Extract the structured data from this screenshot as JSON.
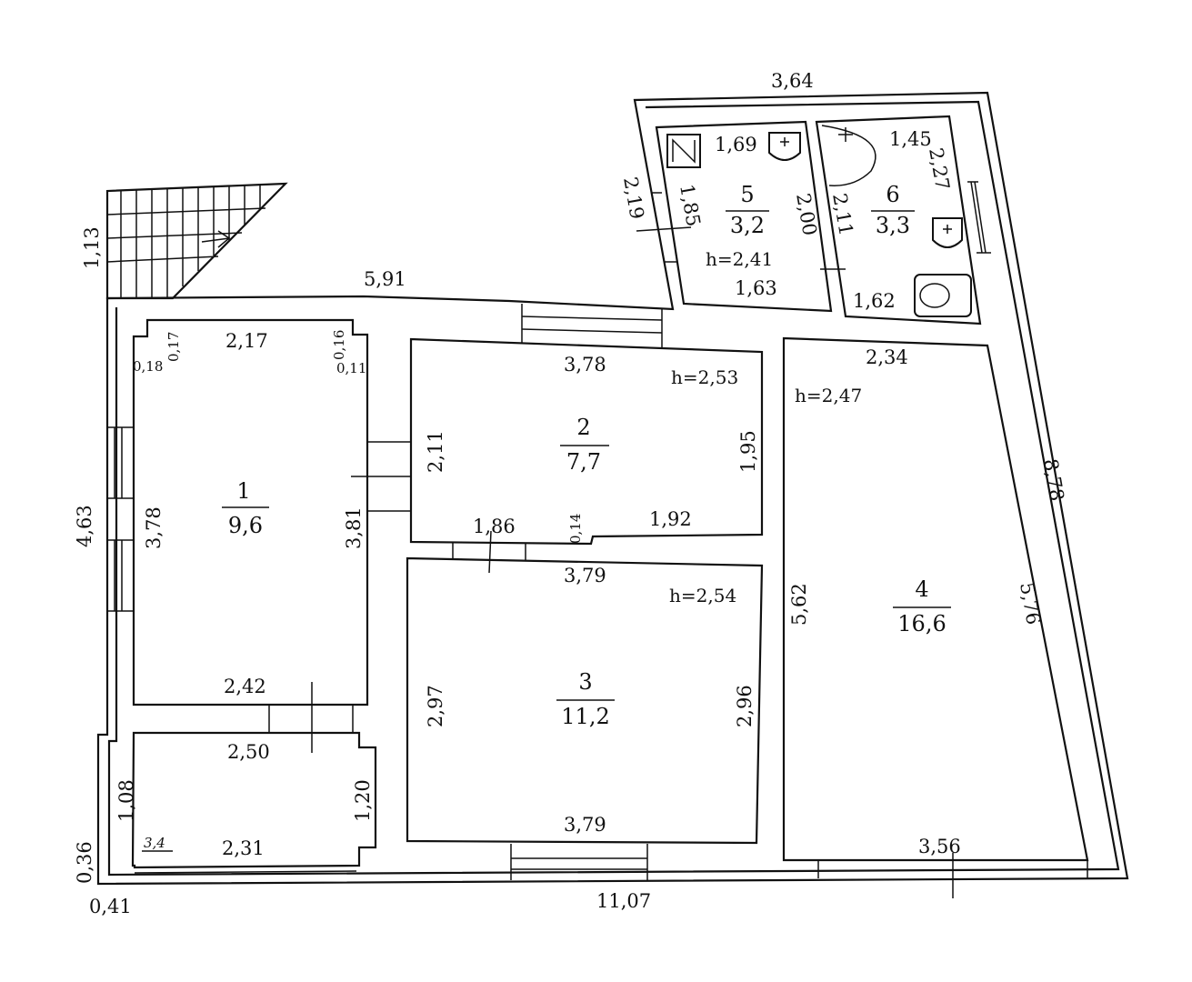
{
  "dimensions": {
    "top_right_width": "3,64",
    "stairs_height": "1,13",
    "top_left_width": "5,91",
    "left_height": "4,63",
    "right_diagonal": "8,78",
    "bottom_total": "11,07",
    "bottom_left_small": "0,41",
    "left_bottom_small": "0,36",
    "annex_left_wall": "2,19",
    "annex_right_wall": "2,27"
  },
  "rooms": [
    {
      "number": "1",
      "area": "9,6",
      "dims": [
        "2,17",
        "0,17",
        "0,18",
        "0,16",
        "0,11",
        "3,78",
        "3,81",
        "2,42"
      ]
    },
    {
      "number": "2",
      "area": "7,7",
      "height": "h=2,53",
      "dims": [
        "3,78",
        "2,11",
        "1,95",
        "1,86",
        "0,14",
        "1,92"
      ]
    },
    {
      "number": "3",
      "area": "11,2",
      "height": "h=2,54",
      "dims": [
        "3,79",
        "2,97",
        "2,96",
        "3,79"
      ]
    },
    {
      "number": "4",
      "area": "16,6",
      "height": "h=2,47",
      "dims": [
        "2,34",
        "5,62",
        "5,76",
        "3,56"
      ]
    },
    {
      "number": "5",
      "area": "3,2",
      "height": "h=2,41",
      "dims": [
        "1,69",
        "1,85",
        "2,00",
        "1,63"
      ]
    },
    {
      "number": "6",
      "area": "3,3",
      "dims": [
        "1,45",
        "2,11",
        "1,62"
      ]
    }
  ],
  "vestibule": {
    "label": "3,4",
    "dims": [
      "2,50",
      "1,08",
      "1,20",
      "2,31"
    ]
  }
}
